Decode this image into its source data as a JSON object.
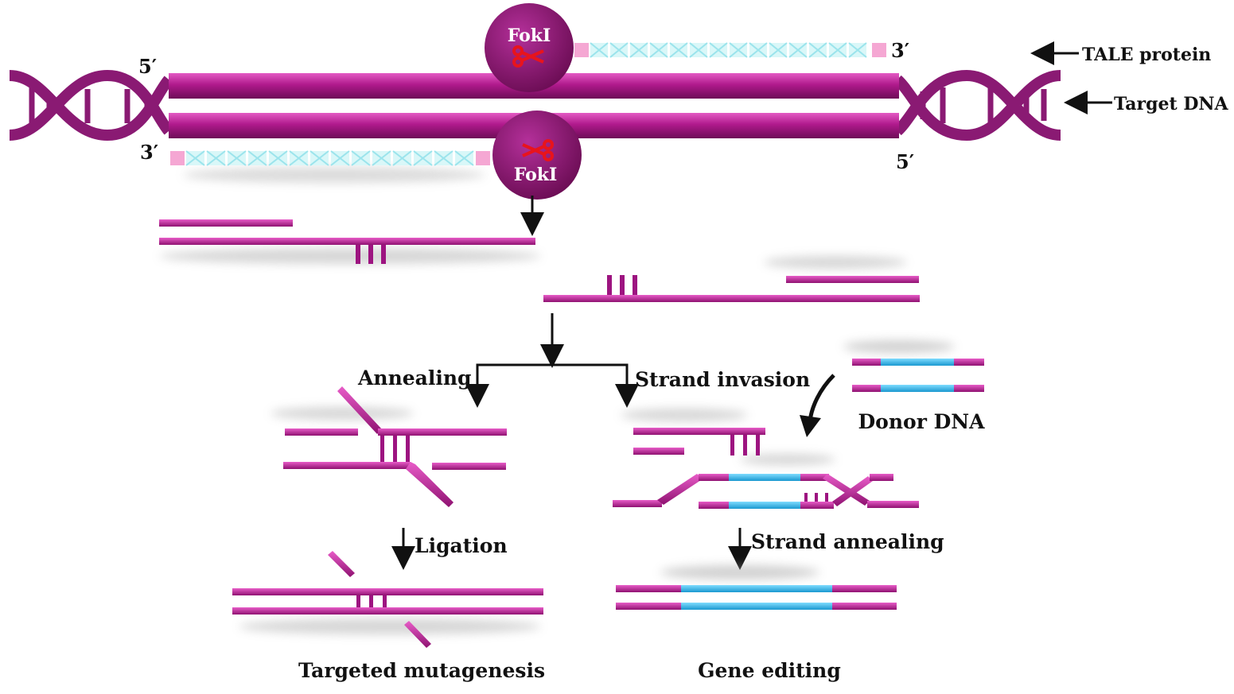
{
  "labels": {
    "tale_protein": "TALE protein",
    "target_dna": "Target DNA",
    "fok_top": "FokI",
    "fok_bottom": "FokI",
    "end_5_top_left": "5′",
    "end_3_top_right": "3′",
    "end_3_bottom_left": "3′",
    "end_5_bottom_right": "5′",
    "annealing": "Annealing",
    "strand_invasion": "Strand invasion",
    "donor_dna": "Donor DNA",
    "ligation": "Ligation",
    "strand_annealing": "Strand annealing",
    "targeted_mutagenesis": "Targeted mutagenesis",
    "gene_editing": "Gene editing"
  },
  "icons": {
    "scissors": "scissors-icon"
  },
  "colors": {
    "dna": "#b01a8c",
    "dna_dark": "#7a0f60",
    "fokI": "#8e1570",
    "donor": "#2ab3e6",
    "tale_repeat": "#bff0f4",
    "tale_end": "#f5a7d3",
    "scissors": "#e8141c"
  }
}
